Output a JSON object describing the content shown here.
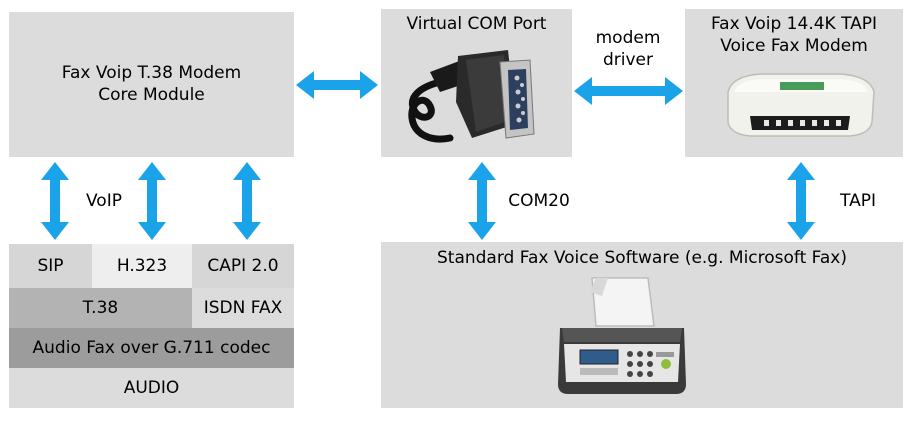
{
  "core_module": {
    "title": "Fax Voip T.38 Modem\nCore Module"
  },
  "virtual_com": {
    "title": "Virtual COM Port"
  },
  "fax_modem": {
    "title": "Fax Voip 14.4K TAPI\nVoice Fax Modem"
  },
  "software": {
    "title": "Standard Fax Voice Software (e.g. Microsoft Fax)"
  },
  "links": {
    "modem_driver": "modem\ndriver",
    "voip": "VoIP",
    "com": "COM20",
    "tapi": "TAPI"
  },
  "stack": {
    "sip": "SIP",
    "h323": "H.323",
    "capi": "CAPI 2.0",
    "t38": "T.38",
    "isdn": "ISDN FAX",
    "audio_fax": "Audio Fax over G.711 codec",
    "audio": "AUDIO"
  },
  "colors": {
    "box": "#dcdcdc",
    "arrow": "#1aa3e8",
    "stack_light": "#d6d6d6",
    "stack_white": "#eeeeee",
    "stack_mid": "#b3b3b3",
    "stack_dark": "#9c9c9c"
  }
}
